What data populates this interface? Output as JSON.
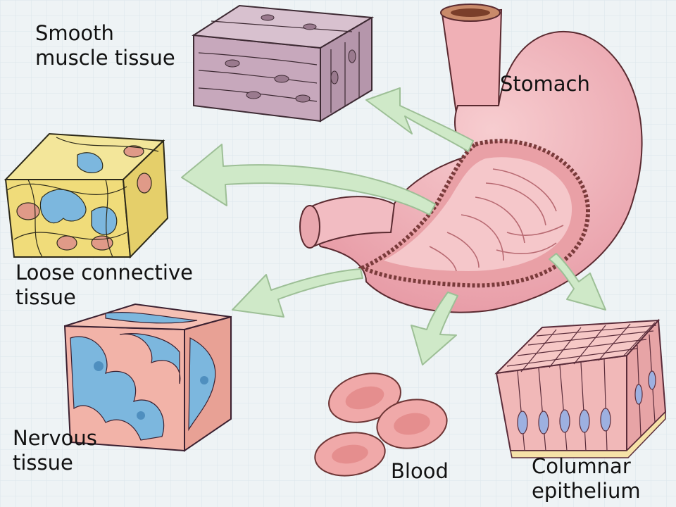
{
  "labels": {
    "smooth_muscle": [
      "Smooth",
      "muscle tissue"
    ],
    "stomach": "Stomach",
    "loose_connective": [
      "Loose connective",
      "tissue"
    ],
    "nervous": [
      "Nervous",
      "tissue"
    ],
    "blood": "Blood",
    "columnar": [
      "Columnar",
      "epithelium"
    ]
  },
  "colors": {
    "background": "#eef3f5",
    "stomach": "#f2b6bc",
    "stomach_inner": "#e7a0a8",
    "arrow_fill": "#cfe9c8",
    "arrow_stroke": "#9dbf96",
    "muscle": "#c5a6ba",
    "connective": "#f0df86",
    "nerve_blue": "#7cb7de",
    "blood_cell": "#f0a9a9",
    "epithelium": "#f1b8b8"
  }
}
